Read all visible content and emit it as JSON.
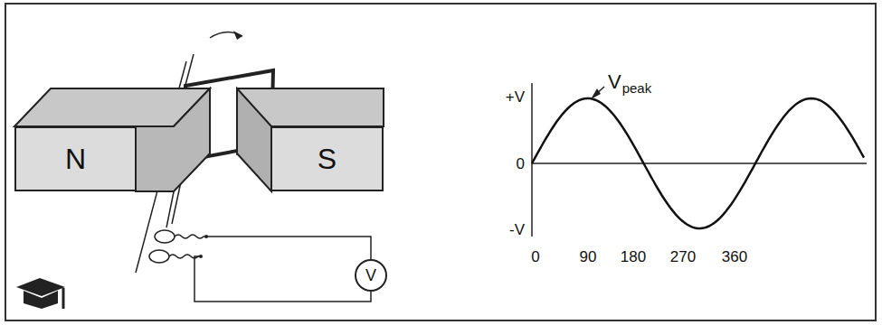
{
  "diagram": {
    "nodes": [
      {
        "text": [
          "N"
        ]
      },
      {
        "text": [
          "S"
        ]
      },
      {
        "text": [
          "V"
        ]
      }
    ],
    "labels": [
      "V",
      "peak",
      "+V",
      "0",
      "-V",
      "0",
      "90",
      "180",
      "270",
      "360"
    ]
  }
}
